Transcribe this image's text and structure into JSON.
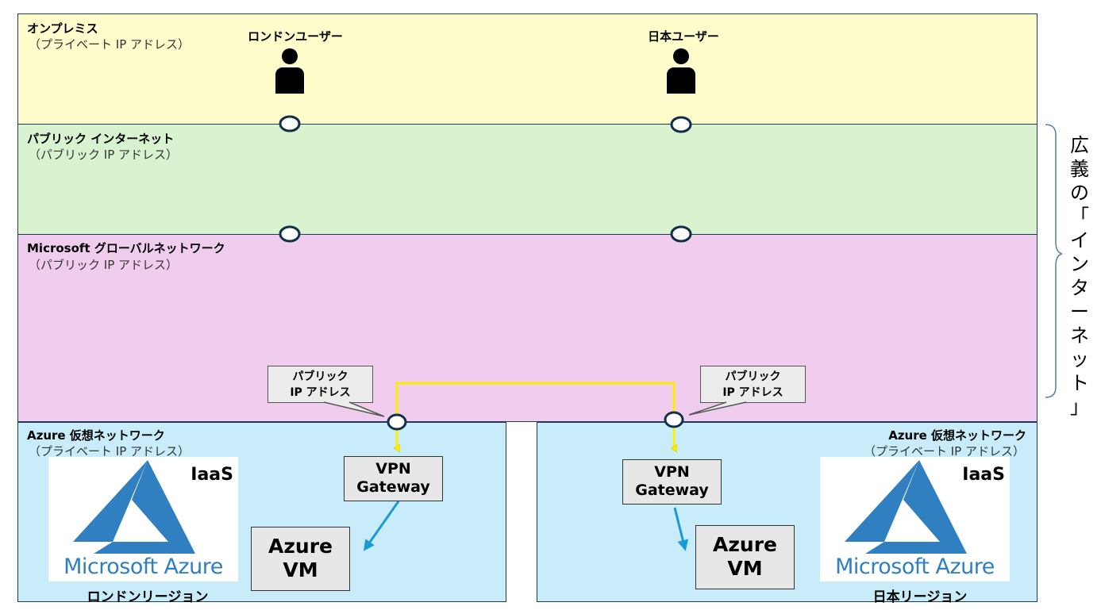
{
  "layers": {
    "onprem": {
      "title": "オンプレミス",
      "subtitle": "（プライベート IP アドレス）"
    },
    "public": {
      "title": "パブリック インターネット",
      "subtitle": "（パブリック IP アドレス）"
    },
    "msft": {
      "title": "Microsoft グローバルネットワーク",
      "subtitle": "（パブリック IP アドレス）"
    },
    "vnet_left": {
      "title": "Azure 仮想ネットワーク",
      "subtitle": "（プライベート IP アドレス）"
    },
    "vnet_right": {
      "title": "Azure 仮想ネットワーク",
      "subtitle": "（プライベート IP アドレス）"
    }
  },
  "users": {
    "london": "ロンドンユーザー",
    "japan": "日本ユーザー"
  },
  "callouts": {
    "left": {
      "line1": "パブリック",
      "line2": "IP アドレス"
    },
    "right": {
      "line1": "パブリック",
      "line2": "IP アドレス"
    }
  },
  "gateway": {
    "line1": "VPN",
    "line2": "Gateway"
  },
  "vm": {
    "line1": "Azure",
    "line2": "VM"
  },
  "logo": {
    "wordmark": "Microsoft Azure",
    "tier": "IaaS"
  },
  "regions": {
    "left": "ロンドンリージョン",
    "right": "日本リージョン"
  },
  "brace_label": [
    "広",
    "義",
    "の",
    "「",
    "イ",
    "ン",
    "タ",
    "ー",
    "ネ",
    "ッ",
    "ト",
    "」"
  ],
  "colors": {
    "onprem": "#fefdcb",
    "public": "#d9f2d0",
    "msft": "#f0cdee",
    "vnet": "#c9ecfa",
    "vpn_link": "#ffee00",
    "arrow": "#1a9bd7",
    "azure_blue": "#2f7fc1"
  }
}
